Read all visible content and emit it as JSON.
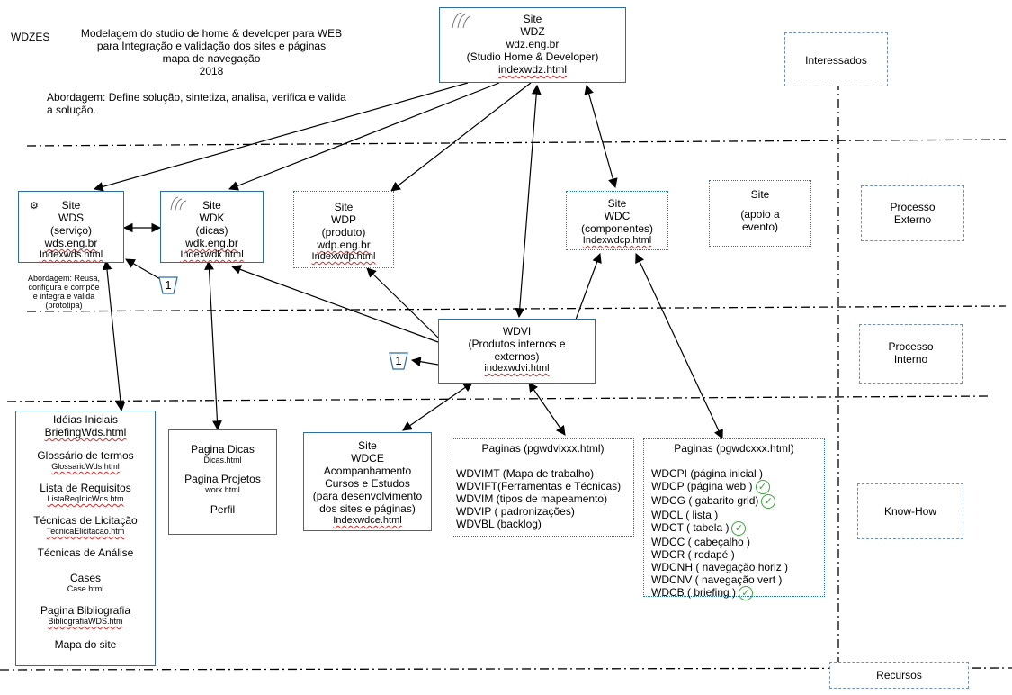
{
  "header": {
    "code": "WDZES",
    "title_lines": [
      "Modelagem do studio de home & developer para WEB",
      "para Integração e validação dos sites e páginas",
      "mapa de navegação",
      "2018"
    ],
    "approach_lines": [
      "Abordagem: Define solução, sintetiza, analisa, verifica e valida",
      "a solução."
    ]
  },
  "lanes": {
    "interessados": "Interessados",
    "processo_externo": [
      "Processo",
      "Externo"
    ],
    "processo_interno": [
      "Processo",
      "Interno"
    ],
    "know_how": "Know-How",
    "recursos": "Recursos"
  },
  "nodes": {
    "wdz": {
      "lines": [
        "Site",
        "WDZ",
        "wdz.eng.br",
        "(Studio Home & Developer)",
        "indexwdz.html"
      ]
    },
    "wds": {
      "lines": [
        "Site",
        "WDS",
        "(serviço)",
        "wds.eng.br",
        "Indexwds.html"
      ]
    },
    "wds_note": [
      "Abordagem: Reusa,",
      "configura e compõe",
      "e integra e valida",
      "(prototipa)"
    ],
    "wdk": {
      "lines": [
        "Site",
        "WDK",
        "(dicas)",
        "wdk.eng.br",
        "Indexwdk.html"
      ]
    },
    "wdp": {
      "lines": [
        "Site",
        "WDP",
        "(produto)",
        "wdp.eng.br",
        "Indexwdp.html"
      ]
    },
    "wdc": {
      "lines": [
        "Site",
        "WDC",
        "(componentes)",
        "Indexwdcp.html"
      ]
    },
    "apoio": {
      "lines": [
        "Site",
        "(apoio a",
        "evento)"
      ]
    },
    "wdvi": {
      "lines": [
        "WDVI",
        "(Produtos internos e",
        "externos)",
        "indexwdvi.html"
      ]
    },
    "badge": "1"
  },
  "ideias": {
    "items": [
      {
        "title": "Idéias Iniciais",
        "file": "BriefingWds.html"
      },
      {
        "title": "Glossário de termos",
        "file": "GlossarioWds.html"
      },
      {
        "title": "Lista de Requisitos",
        "file": "ListaReqInicWds.htm"
      },
      {
        "title": "Técnicas de Licitação",
        "file": "TecnicaElicitacao.htm"
      },
      {
        "title": "Técnicas de Análise",
        "file": ""
      },
      {
        "title": "Cases",
        "file": "Case.html"
      },
      {
        "title": "Pagina Bibliografia",
        "file": "BibliografiaWDS.htm"
      },
      {
        "title": "Mapa do site",
        "file": ""
      }
    ]
  },
  "dicas": {
    "items": [
      {
        "title": "Pagina Dicas",
        "file": "Dicas.html"
      },
      {
        "title": "Pagina  Projetos",
        "file": "work.html"
      },
      {
        "title": "Perfil",
        "file": ""
      }
    ]
  },
  "wdce": {
    "lines": [
      "Site",
      "WDCE",
      "Acompanhamento",
      "Cursos e Estudos",
      "(para desenvolvimento",
      "dos sites e páginas)",
      "Indexwdce.html"
    ]
  },
  "pg_wdvi": {
    "header": "Paginas  (pgwdvixxx.html)",
    "items": [
      "WDVIMT (Mapa de trabalho)",
      "WDVIFT(Ferramentas e Técnicas)",
      "WDVIM (tipos de mapeamento)",
      "WDVIP ( padronizações)",
      "WDVBL (backlog)"
    ]
  },
  "pg_wdc": {
    "header": "Paginas  (pgwdcxxx.html)",
    "items": [
      {
        "text": "WDCPI (página inicial )",
        "check": false
      },
      {
        "text": "WDCP (página web )",
        "check": true
      },
      {
        "text": "WDCG ( gabarito grid)",
        "check": true
      },
      {
        "text": "WDCL ( lista )",
        "check": false
      },
      {
        "text": "WDCT ( tabela )",
        "check": true
      },
      {
        "text": "WDCC ( cabeçalho )",
        "check": false
      },
      {
        "text": "WDCR ( rodapé )",
        "check": false
      },
      {
        "text": "WDCNH ( navegação horiz )",
        "check": false
      },
      {
        "text": "WDCNV ( navegação vert )",
        "check": false
      },
      {
        "text": "WDCB ( briefing )",
        "check": true
      }
    ]
  },
  "colors": {
    "box_border": "#2e6ca6",
    "check": "#3aa53a",
    "lane_line": "#000000"
  }
}
